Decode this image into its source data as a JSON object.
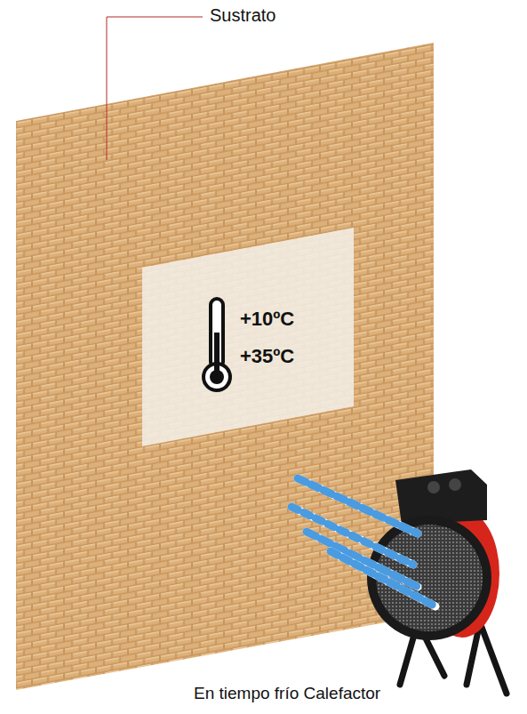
{
  "diagram": {
    "nodes": [
      {
        "text": [
          "+10ºC",
          "+35ºC"
        ]
      }
    ],
    "labels": [
      "Sustrato",
      "En tiempo frío Calefactor"
    ]
  }
}
